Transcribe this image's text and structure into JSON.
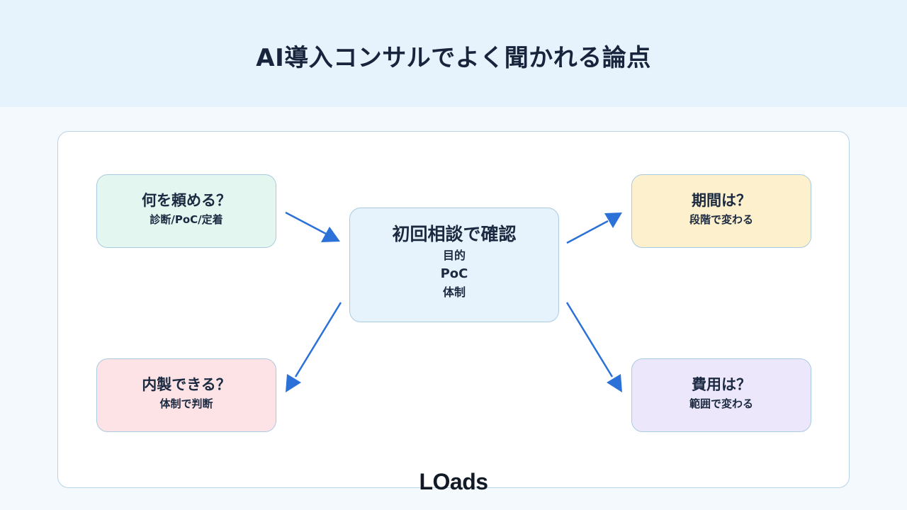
{
  "title": "AI導入コンサルでよく聞かれる論点",
  "center": {
    "title": "初回相談で確認",
    "items": [
      "目的",
      "PoC",
      "体制"
    ]
  },
  "nodes": {
    "top_left": {
      "title": "何を頼める？",
      "subtitle": "診断/PoC/定着"
    },
    "bottom_left": {
      "title": "内製できる？",
      "subtitle": "体制で判断"
    },
    "top_right": {
      "title": "期間は？",
      "subtitle": "段階で変わる"
    },
    "bottom_right": {
      "title": "費用は？",
      "subtitle": "範囲で変わる"
    }
  },
  "logo": "LOads",
  "colors": {
    "arrow": "#2b71d8",
    "header_bg": "#e6f2fc",
    "top_left_bg": "#e3f6ef",
    "bottom_left_bg": "#fde3e5",
    "top_right_bg": "#fdf0cc",
    "bottom_right_bg": "#ece7fb",
    "center_bg": "#e7f3fc"
  }
}
